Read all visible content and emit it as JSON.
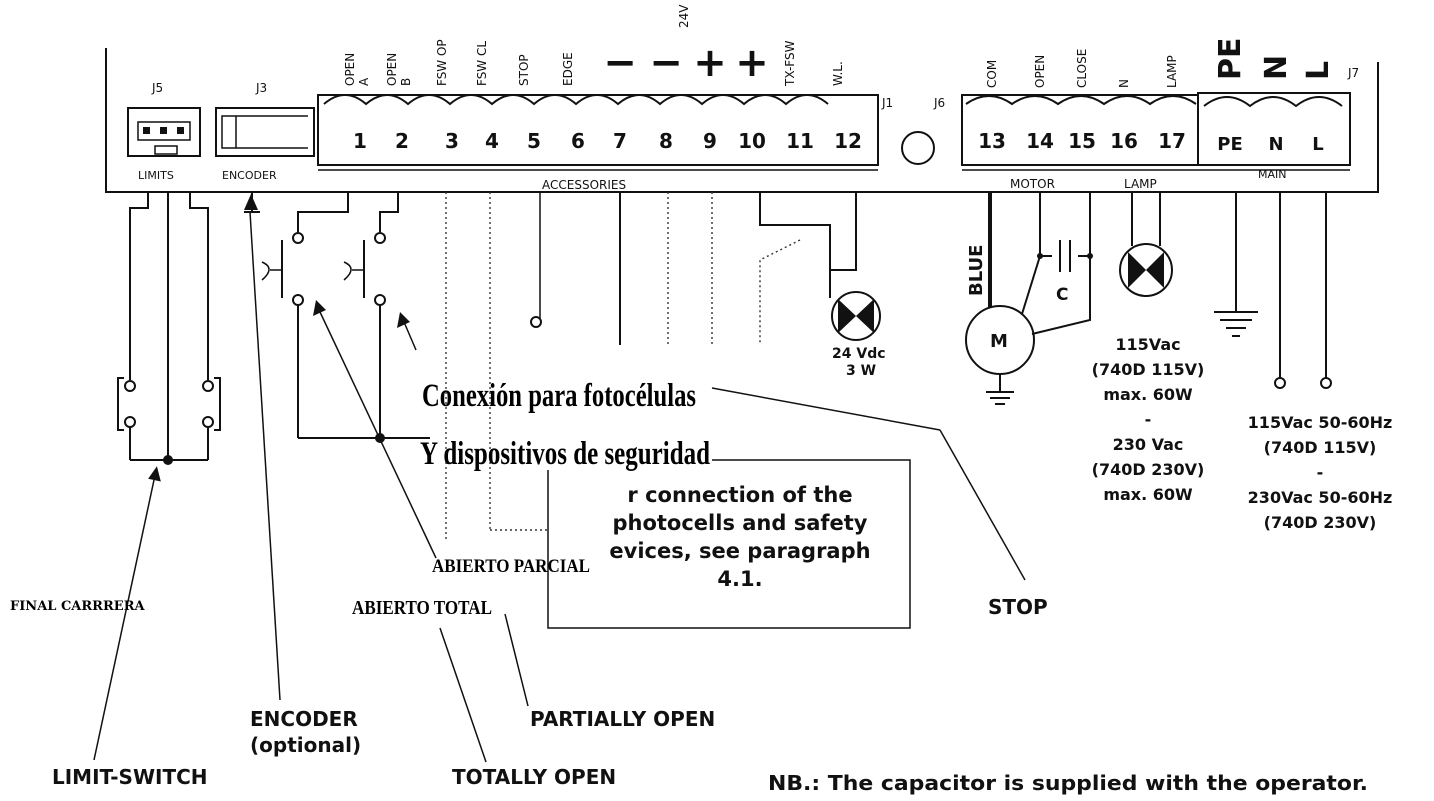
{
  "board": {
    "connectors": {
      "j5": "J5",
      "j3": "J3",
      "j1": "J1",
      "j6": "J6",
      "j7": "J7",
      "limits": "LIMITS",
      "encoder": "ENCODER",
      "accessories": "ACCESSORIES",
      "motor": "MOTOR",
      "lamp": "LAMP",
      "main": "MAIN",
      "v24": "24V"
    },
    "j1_header_labels": [
      "OPEN\nA",
      "OPEN\nB",
      "FSW OP",
      "FSW CL",
      "STOP",
      "EDGE",
      "−",
      "−",
      "+",
      "+",
      "TX-FSW",
      "W.L."
    ],
    "j1_terminals": [
      "1",
      "2",
      "3",
      "4",
      "5",
      "6",
      "7",
      "8",
      "9",
      "10",
      "11",
      "12"
    ],
    "j6_header_labels": [
      "COM",
      "OPEN",
      "CLOSE",
      "N",
      "LAMP"
    ],
    "j6_terminals": [
      "13",
      "14",
      "15",
      "16",
      "17"
    ],
    "j7_header_labels": [
      "PE",
      "N",
      "L"
    ],
    "j7_terminals": [
      "PE",
      "N",
      "L"
    ]
  },
  "components": {
    "motor_symbol": "M",
    "capacitor_symbol": "C",
    "blue_wire": "BLUE",
    "lamp24_line1": "24 Vdc",
    "lamp24_line2": "3 W",
    "lamp_rating": [
      "115Vac",
      "(740D 115V)",
      "max. 60W",
      "-",
      "230 Vac",
      "(740D 230V)",
      "max. 60W"
    ],
    "mains_rating": [
      "115Vac 50-60Hz",
      "(740D 115V)",
      "-",
      "230Vac 50-60Hz",
      "(740D 230V)"
    ]
  },
  "notes": {
    "photocell_english": [
      "r connection of the",
      "photocells and safety",
      "evices, see paragraph",
      "4.1."
    ],
    "photocell_spanish_line1": "Conexión para fotocélulas",
    "photocell_spanish_line2": "Y dispositivos de seguridad",
    "nb": "NB.: The capacitor is supplied with the operator."
  },
  "labels": {
    "stop": "STOP",
    "final_carrera": "FINAL CARRRERA",
    "abierto_parcial": "ABIERTO PARCIAL",
    "abierto_total": "ABIERTO TOTAL",
    "encoder_line1": "ENCODER",
    "encoder_line2": "(optional)",
    "limit_switch": "LIMIT-SWITCH",
    "partially_open": "PARTIALLY OPEN",
    "totally_open": "TOTALLY OPEN"
  }
}
